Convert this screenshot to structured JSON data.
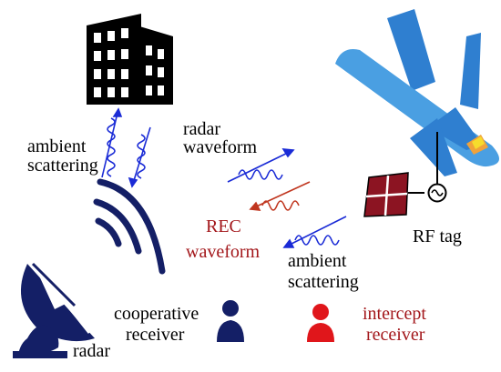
{
  "labels": {
    "radar_waveform": [
      "radar",
      "waveform"
    ],
    "ambient_scattering_left": [
      "ambient",
      "scattering"
    ],
    "rec_waveform": [
      "REC",
      "waveform"
    ],
    "ambient_scattering_right": [
      "ambient",
      "scattering"
    ],
    "rf_tag": "RF tag",
    "radar": "radar",
    "cooperative_receiver": [
      "cooperative",
      "receiver"
    ],
    "intercept_receiver": [
      "intercept",
      "receiver"
    ]
  },
  "colors": {
    "ink": "#000000",
    "navy": "#141f66",
    "wave_blue": "#1a2bd6",
    "rec_red": "#a3171b",
    "rec_red_wave": "#c0361f",
    "plane_body": "#4a9fe2",
    "plane_wing": "#2f7fd0",
    "tag_panel": "#8c1422",
    "intercept_red": "#e0161b",
    "window_flag_orange": "#f0a23a",
    "window_flag_yellow": "#f6dc2c"
  },
  "icons": {
    "building": "office-building-icon",
    "plane": "airplane-icon",
    "radar_dish": "radar-dish-icon",
    "antenna_arcs": "radio-waves-icon",
    "cooperative_person": "person-icon",
    "intercept_person": "person-icon",
    "rf_tag_panel": "rf-tag-panel-icon",
    "ac_source": "ac-source-icon"
  }
}
